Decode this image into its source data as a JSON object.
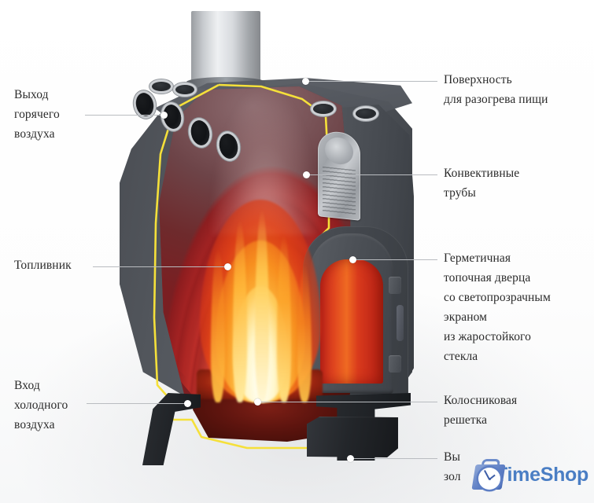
{
  "meta": {
    "subject": "Cutaway illustration of a wood-burning convection stove",
    "language": "ru"
  },
  "callouts": {
    "hot_air_outlet": {
      "name": "hot-air-outlet",
      "text": "Выход\nгорячего\nвоздуха",
      "side": "left"
    },
    "firebox": {
      "name": "firebox",
      "text": "Топливник",
      "side": "left"
    },
    "cold_air_inlet": {
      "name": "cold-air-inlet",
      "text": "Вход\nхолодного\nвоздуха",
      "side": "left"
    },
    "cooking_surface": {
      "name": "cooking-surface",
      "text": "Поверхность\nдля разогрева пищи",
      "side": "right"
    },
    "convection_tubes": {
      "name": "convection-tubes",
      "text": "Конвективные\nтрубы",
      "side": "right"
    },
    "firebox_door": {
      "name": "firebox-door",
      "text": "Герметичная\nтопочная дверца\nсо светопрозрачным\nэкраном\nиз жаростойкого\nстекла",
      "side": "right"
    },
    "grate": {
      "name": "grate",
      "text": "Колосниковая\nрешетка",
      "side": "right"
    },
    "ash_drawer": {
      "name": "ash-drawer",
      "text": "Вы\nзол",
      "side": "right"
    }
  },
  "watermark": {
    "brand": "TimeShop",
    "color": "#4a7ec4"
  },
  "colors": {
    "body_gray": "#4f5359",
    "cutline_yellow": "#f5e03a",
    "hot_red": "#9e1f22",
    "flame_core": "#fffaf0",
    "flame_orange": "#f57e1c",
    "glass_glow": "#e0461f",
    "background": "#ffffff"
  }
}
